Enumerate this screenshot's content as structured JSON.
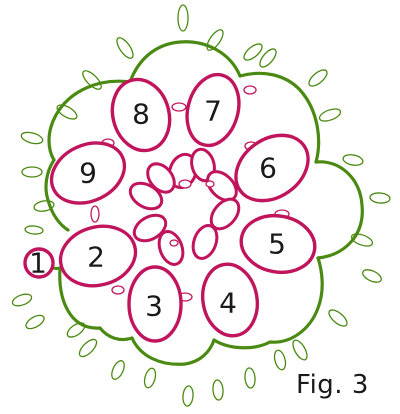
{
  "caption": "Fig. 3",
  "ring_labels": [
    "1",
    "2",
    "3",
    "4",
    "5",
    "6",
    "7",
    "8",
    "9"
  ],
  "colors": {
    "chain": "#4a8a12",
    "ring": "#c0145c",
    "picot_ring": "#c0145c",
    "picot_chain": "#4a8a12",
    "text": "#1a1a1a",
    "background": "#ffffff"
  }
}
